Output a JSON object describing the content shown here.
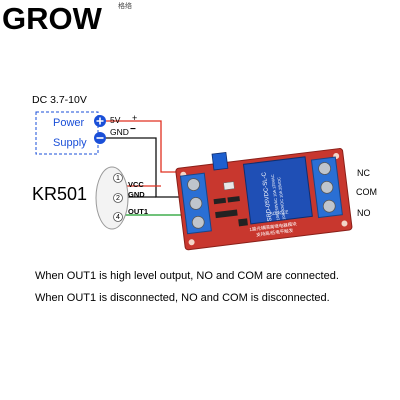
{
  "brand": {
    "logo_text": "GROW",
    "logo_subtext": "格络"
  },
  "power": {
    "dc_range": "DC 3.7-10V",
    "line1": "Power",
    "line2": "Supply",
    "positive_label": "5V",
    "positive_sign": "+",
    "negative_label": "GND",
    "negative_sign": "−"
  },
  "sensor": {
    "name": "KR501",
    "pins": [
      "1",
      "2",
      "4"
    ],
    "wires": [
      "VCC",
      "GND",
      "OUT1"
    ]
  },
  "relay_module": {
    "terminals": [
      "NC",
      "COM",
      "NO"
    ],
    "relay_text": [
      "SRD-05VDC-SL-C",
      "10A 250VAC 10A 125VAC",
      "10A 30VDC 10A 28VDC",
      "SONGLE"
    ],
    "board_text": [
      "1路光耦隔离继电器模块",
      "支持高/低电平触发"
    ]
  },
  "notes": [
    "When OUT1 is high level output, NO and COM are connected.",
    "When OUT1 is disconnected, NO and COM is disconnected."
  ],
  "colors": {
    "wire_red": "#e03020",
    "wire_black": "#111111",
    "wire_green": "#1b9e2b",
    "power_box": "#1a4fd8",
    "board": "#c8372e",
    "relay": "#1f4fb5"
  }
}
